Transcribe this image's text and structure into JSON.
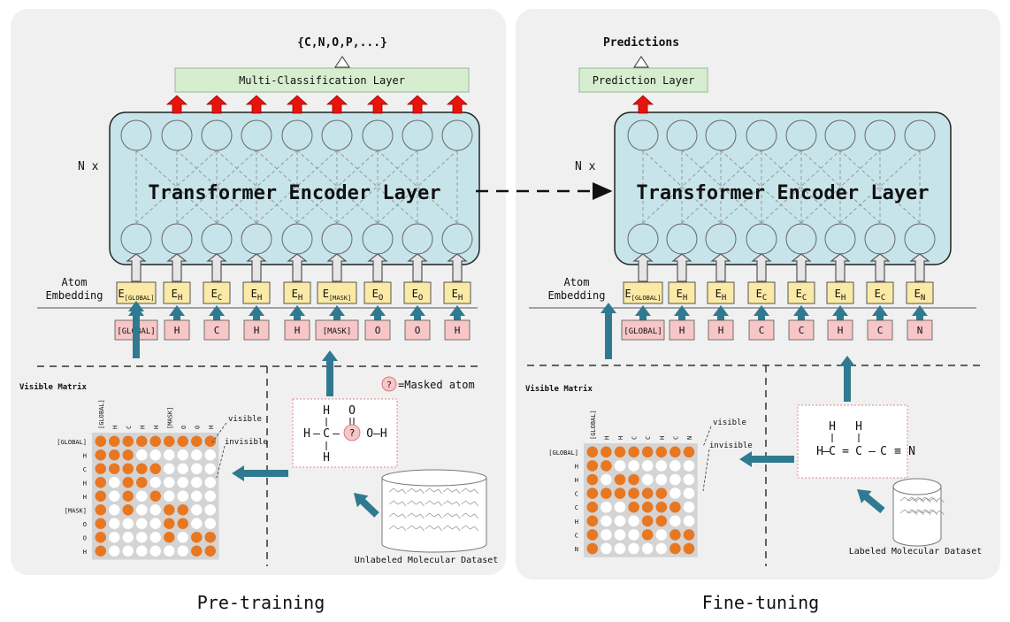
{
  "pretrain": {
    "output_label": "{C,N,O,P,...}",
    "head_label": "Multi-Classification Layer",
    "nx_label": "N x",
    "encoder_label": "Transformer Encoder Layer",
    "embedding_label_1": "Atom",
    "embedding_label_2": "Embedding",
    "embeddings": [
      {
        "main": "E",
        "sub": "[GLOBAL]"
      },
      {
        "main": "E",
        "sub": "H"
      },
      {
        "main": "E",
        "sub": "C"
      },
      {
        "main": "E",
        "sub": "H"
      },
      {
        "main": "E",
        "sub": "H"
      },
      {
        "main": "E",
        "sub": "[MASK]"
      },
      {
        "main": "E",
        "sub": "O"
      },
      {
        "main": "E",
        "sub": "O"
      },
      {
        "main": "E",
        "sub": "H"
      }
    ],
    "tokens": [
      "[GLOBAL]",
      "H",
      "C",
      "H",
      "H",
      "[MASK]",
      "O",
      "O",
      "H"
    ],
    "matrix_title": "Visible Matrix",
    "matrix_labels": [
      "[GLOBAL]",
      "H",
      "C",
      "H",
      "H",
      "[MASK]",
      "O",
      "O",
      "H"
    ],
    "matrix": [
      [
        1,
        1,
        1,
        1,
        1,
        1,
        1,
        1,
        1
      ],
      [
        1,
        1,
        1,
        0,
        0,
        0,
        0,
        0,
        0
      ],
      [
        1,
        1,
        1,
        1,
        1,
        0,
        0,
        0,
        0
      ],
      [
        1,
        0,
        1,
        1,
        0,
        0,
        0,
        0,
        0
      ],
      [
        1,
        0,
        1,
        0,
        1,
        0,
        0,
        0,
        0
      ],
      [
        1,
        0,
        1,
        0,
        0,
        1,
        1,
        0,
        0
      ],
      [
        1,
        0,
        0,
        0,
        0,
        1,
        1,
        0,
        0
      ],
      [
        1,
        0,
        0,
        0,
        0,
        1,
        0,
        1,
        1
      ],
      [
        1,
        0,
        0,
        0,
        0,
        0,
        0,
        1,
        1
      ]
    ],
    "visible_label": "visible",
    "invisible_label": "invisible",
    "masked_atom_symbol": "?",
    "masked_atom_legend": "=Masked atom",
    "molecule": {
      "h": "H",
      "c": "C",
      "o": "O",
      "oh": "O–H",
      "dash": "–"
    },
    "dataset_label": "Unlabeled Molecular Dataset",
    "stage_label": "Pre-training"
  },
  "finetune": {
    "output_label": "Predictions",
    "head_label": "Prediction Layer",
    "nx_label": "N x",
    "encoder_label": "Transformer Encoder Layer",
    "embedding_label_1": "Atom",
    "embedding_label_2": "Embedding",
    "embeddings": [
      {
        "main": "E",
        "sub": "[GLOBAL]"
      },
      {
        "main": "E",
        "sub": "H"
      },
      {
        "main": "E",
        "sub": "H"
      },
      {
        "main": "E",
        "sub": "C"
      },
      {
        "main": "E",
        "sub": "C"
      },
      {
        "main": "E",
        "sub": "H"
      },
      {
        "main": "E",
        "sub": "C"
      },
      {
        "main": "E",
        "sub": "N"
      }
    ],
    "tokens": [
      "[GLOBAL]",
      "H",
      "H",
      "C",
      "C",
      "H",
      "C",
      "N"
    ],
    "matrix_title": "Visible Matrix",
    "matrix_labels": [
      "[GLOBAL]",
      "H",
      "H",
      "C",
      "C",
      "H",
      "C",
      "N"
    ],
    "matrix": [
      [
        1,
        1,
        1,
        1,
        1,
        1,
        1,
        1
      ],
      [
        1,
        1,
        0,
        0,
        0,
        0,
        0,
        0
      ],
      [
        1,
        0,
        1,
        1,
        0,
        0,
        0,
        0
      ],
      [
        1,
        1,
        1,
        1,
        1,
        1,
        0,
        0
      ],
      [
        1,
        0,
        0,
        1,
        1,
        1,
        1,
        0
      ],
      [
        1,
        0,
        0,
        0,
        1,
        1,
        0,
        0
      ],
      [
        1,
        0,
        0,
        0,
        1,
        0,
        1,
        1
      ],
      [
        1,
        0,
        0,
        0,
        0,
        0,
        1,
        1
      ]
    ],
    "visible_label": "visible",
    "invisible_label": "invisible",
    "molecule": {
      "h": "H",
      "c": "C",
      "n": "N",
      "line": "–",
      "double": "=",
      "triple": "≡"
    },
    "dataset_label": "Labeled Molecular Dataset",
    "stage_label": "Fine-tuning"
  },
  "colors": {
    "panel_bg": "#f0f0f0",
    "encoder_bg": "#c7e4ea",
    "node_bg": "#c7e4ea",
    "embedding_bg": "#fbe9a6",
    "token_bg": "#f7c6c6",
    "head_bg": "#d6eecf",
    "arrow_blue": "#2f7a90",
    "arrow_red": "#e8140c",
    "matrix_on": "#e87722",
    "matrix_bg": "#d4d4d4"
  }
}
